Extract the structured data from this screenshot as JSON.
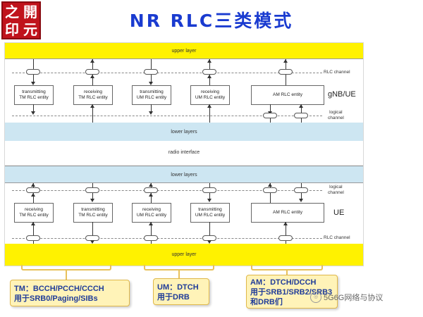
{
  "logo": {
    "chars": [
      "之",
      "開",
      "印",
      "元"
    ]
  },
  "title": "NR RLC三类模式",
  "diagram": {
    "upper_layer": "upper layer",
    "lower_layers": "lower layers",
    "radio_interface": "radio interface",
    "rlc_channel": "RLC channel",
    "logical_channel": [
      "logical",
      "channel"
    ],
    "node_top": "gNB/UE",
    "node_bottom": "UE",
    "top_entities": [
      {
        "line1": "transmitting",
        "line2": "TM RLC entity"
      },
      {
        "line1": "receiving",
        "line2": "TM RLC entity"
      },
      {
        "line1": "transmitting",
        "line2": "UM RLC entity"
      },
      {
        "line1": "receiving",
        "line2": "UM RLC entity"
      }
    ],
    "bottom_entities": [
      {
        "line1": "receiving",
        "line2": "TM RLC entity"
      },
      {
        "line1": "transmitting",
        "line2": "TM RLC entity"
      },
      {
        "line1": "receiving",
        "line2": "UM RLC entity"
      },
      {
        "line1": "transmitting",
        "line2": "UM RLC entity"
      }
    ],
    "am_entity": "AM RLC entity"
  },
  "notes": {
    "tm": [
      "TM：BCCH/PCCH/CCCH",
      "用于SRB0/Paging/SIBs"
    ],
    "um": [
      "UM：DTCH",
      "用于DRB"
    ],
    "am": [
      "AM：DTCH/DCCH",
      "用于SRB1/SRB2/SRB3",
      "和DRB们"
    ]
  },
  "watermark": "5G6G网络与协议"
}
